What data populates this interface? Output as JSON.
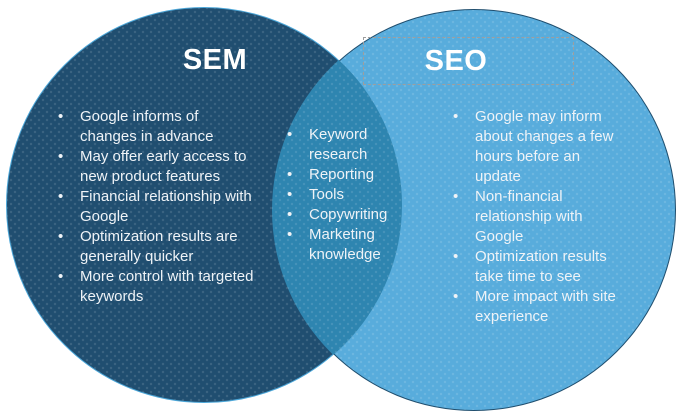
{
  "diagram": {
    "type": "venn",
    "left_circle": {
      "title": "SEM",
      "fill_color": "#204E70",
      "outline_color": "#4BA6D8",
      "items": [
        "Google informs of changes in advance",
        "May offer early access to new product features",
        "Financial relationship with Google",
        "Optimization results are generally quicker",
        "More control with targeted keywords"
      ]
    },
    "overlap": {
      "fill_color": "#2E85B0",
      "items": [
        "Keyword research",
        "Reporting",
        "Tools",
        "Copywriting",
        "Marketing knowledge"
      ]
    },
    "right_circle": {
      "title": "SEO",
      "fill_color": "#58ACDC",
      "outline_color": "#1F4E6E",
      "items": [
        "Google may inform about changes a few hours before an update",
        "Non-financial relationship with Google",
        "Optimization results take time to see",
        "More impact with site experience"
      ]
    },
    "title_color": "#FFFFFF",
    "text_color": "#EFF3F7"
  }
}
